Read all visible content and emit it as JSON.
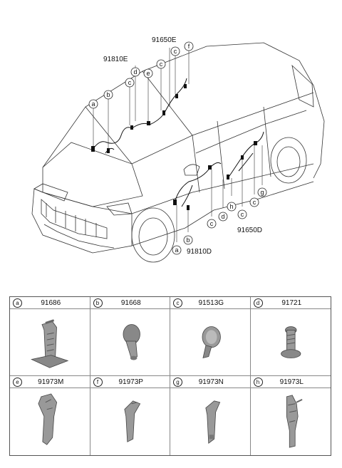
{
  "callouts": {
    "c_91810E": "91810E",
    "c_91650E": "91650E",
    "c_91650D": "91650D",
    "c_91810D": "91810D"
  },
  "letters": {
    "a": "a",
    "b": "b",
    "c": "c",
    "d": "d",
    "e": "e",
    "f": "f",
    "g": "g",
    "h": "h"
  },
  "parts": [
    {
      "letter": "a",
      "code": "91686"
    },
    {
      "letter": "b",
      "code": "91668"
    },
    {
      "letter": "c",
      "code": "91513G"
    },
    {
      "letter": "d",
      "code": "91721"
    },
    {
      "letter": "e",
      "code": "91973M"
    },
    {
      "letter": "f",
      "code": "91973P"
    },
    {
      "letter": "g",
      "code": "91973N"
    },
    {
      "letter": "h",
      "code": "91973L"
    }
  ]
}
